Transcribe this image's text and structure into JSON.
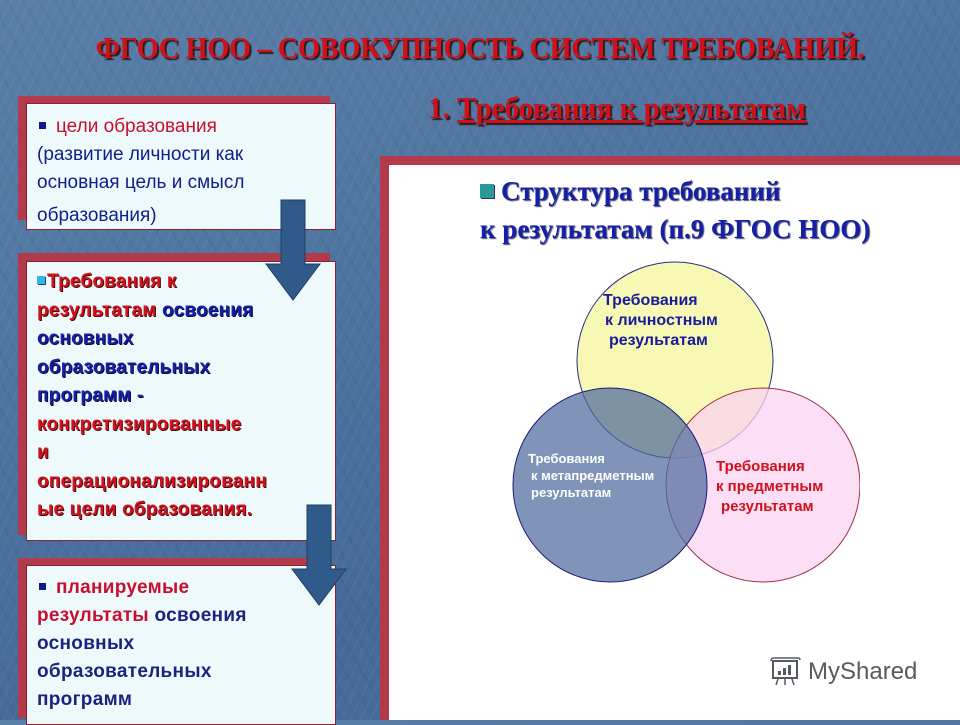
{
  "slide": {
    "title": "ФГОС НОО – СОВОКУПНОСТЬ СИСТЕМ ТРЕБОВАНИЙ.",
    "subtitle_number": "1. ",
    "subtitle_text": "Требования к результатам"
  },
  "left_panels": [
    {
      "lines": [
        {
          "red": "цели образования",
          "blue": ""
        },
        {
          "blue": "(развитие личности как"
        },
        {
          "blue": "основная цель и смысл"
        },
        {
          "blue": "образования)"
        }
      ]
    },
    {
      "lines": [
        {
          "red": "Требования к"
        },
        {
          "red": "результатам",
          "blue": " освоения"
        },
        {
          "blue": "основных"
        },
        {
          "blue": "образовательных"
        },
        {
          "blue": "программ -"
        },
        {
          "red": "конкретизированные"
        },
        {
          "red": "и"
        },
        {
          "red": "операционализированн"
        },
        {
          "red": "ые цели образования."
        }
      ]
    },
    {
      "lines": [
        {
          "red": "планируемые"
        },
        {
          "red": "результаты",
          "blue": " освоения"
        },
        {
          "blue": "основных"
        },
        {
          "blue": "образовательных"
        },
        {
          "blue": "программ"
        }
      ]
    }
  ],
  "right_panel": {
    "heading_line1": "Структура требований",
    "heading_line2": "к результатам  (п.9 ФГОС НОО)",
    "venn": {
      "circles": [
        {
          "label_lines": [
            "Требования",
            " к личностным",
            "  результатам"
          ],
          "fill": "#f7f7a8",
          "stroke": "#2a2a8a"
        },
        {
          "label_lines": [
            "Требования",
            " к метапредметным",
            " результатам"
          ],
          "fill": "#5c77a6",
          "stroke": "#1a1a7a"
        },
        {
          "label_lines": [
            "Требования",
            " к предметным",
            "  результатам"
          ],
          "fill": "#fbd3f2",
          "stroke": "#a03040"
        }
      ]
    }
  },
  "watermark": {
    "text": "MyShared",
    "icon": "presentation-board-icon"
  },
  "colors": {
    "background": "#4d73a0",
    "title_red": "#d0101a",
    "text_blue": "#0f1f8a",
    "panel_border": "#b23a4a",
    "arrow": "#2f5a8a"
  }
}
